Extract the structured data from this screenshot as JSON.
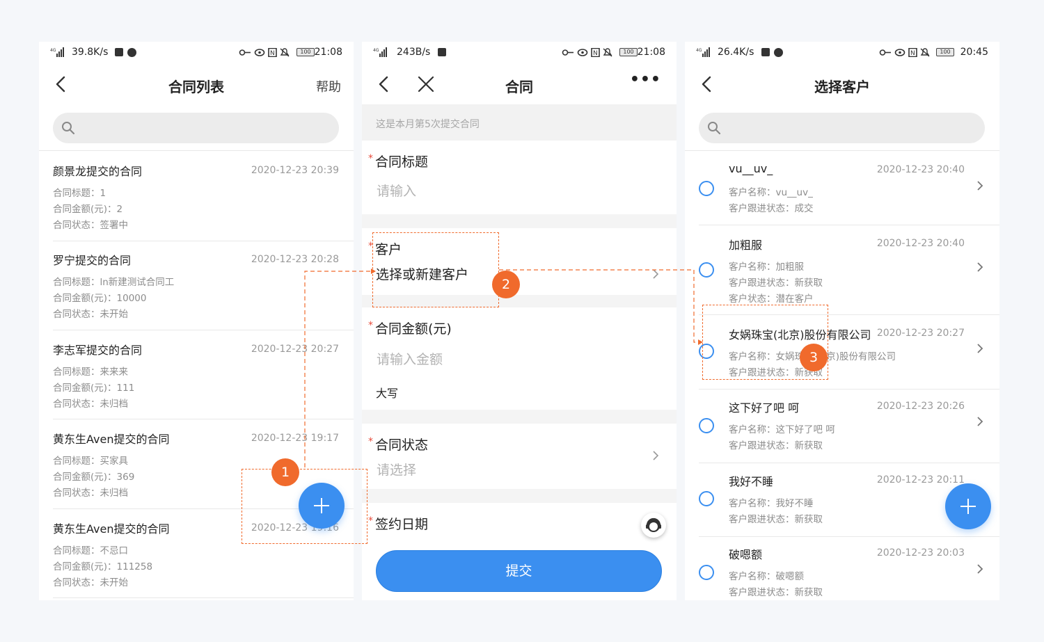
{
  "screens": [
    {
      "status": {
        "speed": "39.8K/s",
        "battery": "100",
        "time": "21:08"
      },
      "title": "合同列表",
      "help": "帮助",
      "contracts": [
        {
          "title": "颜景龙提交的合同",
          "date": "2020-12-23 20:39",
          "lines": [
            "合同标题：1",
            "合同金额(元)：2",
            "合同状态：签署中"
          ]
        },
        {
          "title": "罗宁提交的合同",
          "date": "2020-12-23 20:28",
          "lines": [
            "合同标题：ln新建测试合同工",
            "合同金额(元)：10000",
            "合同状态：未开始"
          ]
        },
        {
          "title": "李志军提交的合同",
          "date": "2020-12-23 20:27",
          "lines": [
            "合同标题：来来来",
            "合同金额(元)：111",
            "合同状态：未归档"
          ]
        },
        {
          "title": "黄东生Aven提交的合同",
          "date": "2020-12-23 19:17",
          "lines": [
            "合同标题：买家具",
            "合同金额(元)：369",
            "合同状态：未归档"
          ]
        },
        {
          "title": "黄东生Aven提交的合同",
          "date": "2020-12-23 19:16",
          "lines": [
            "合同标题：不忌口",
            "合同金额(元)：111258",
            "合同状态：未开始"
          ]
        }
      ]
    },
    {
      "status": {
        "speed": "243B/s",
        "battery": "100",
        "time": "21:08"
      },
      "title": "合同",
      "more": "•••",
      "hint": "这是本月第5次提交合同",
      "fields": {
        "title_label": "合同标题",
        "title_placeholder": "请输入",
        "customer_label": "客户",
        "customer_placeholder": "选择或新建客户",
        "amount_label": "合同金额(元)",
        "amount_placeholder": "请输入金额",
        "amount_upper_label": "大写",
        "status_label": "合同状态",
        "status_placeholder": "请选择",
        "date_label": "签约日期",
        "required_mark": "*"
      },
      "submit": "提交"
    },
    {
      "status": {
        "speed": "26.4K/s",
        "battery": "100",
        "time": "20:45"
      },
      "title": "选择客户",
      "customers": [
        {
          "name": "vu__uv_",
          "date": "2020-12-23 20:40",
          "lines": [
            "客户名称：vu__uv_",
            "客户跟进状态：成交"
          ]
        },
        {
          "name": "加粗服",
          "date": "2020-12-23 20:40",
          "lines": [
            "客户名称：加粗服",
            "客户跟进状态：新获取",
            "客户状态：潜在客户"
          ]
        },
        {
          "name": "女娲珠宝(北京)股份有限公司",
          "date": "2020-12-23 20:27",
          "lines": [
            "客户名称：女娲珠宝(北京)股份有限公司",
            "客户跟进状态：新获取"
          ]
        },
        {
          "name": "这下好了吧 呵",
          "date": "2020-12-23 20:26",
          "lines": [
            "客户名称：这下好了吧 呵",
            "客户跟进状态：新获取"
          ]
        },
        {
          "name": "我好不睡",
          "date": "2020-12-23 20:11",
          "lines": [
            "客户名称：我好不睡",
            "客户跟进状态：新获取"
          ]
        },
        {
          "name": "破嗯额",
          "date": "2020-12-23 20:03",
          "lines": [
            "客户名称：破嗯额",
            "客户跟进状态：新获取"
          ]
        }
      ]
    }
  ],
  "steps": [
    "1",
    "2",
    "3"
  ],
  "colors": {
    "accent": "#3b8ff0",
    "annotation": "#f06a2c",
    "required": "#e74c3c"
  }
}
